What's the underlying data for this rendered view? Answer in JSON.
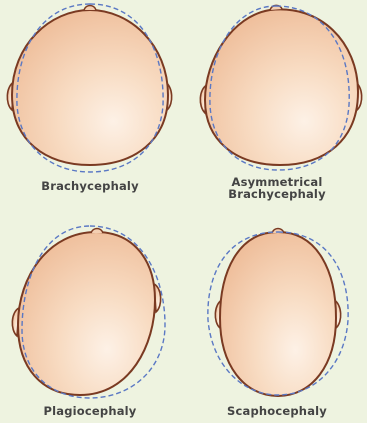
{
  "panels": [
    {
      "id": "brachycephaly",
      "caption_lines": [
        "Brachycephaly"
      ]
    },
    {
      "id": "asymmetrical-brachycephaly",
      "caption_lines": [
        "Asymmetrical",
        "Brachycephaly"
      ]
    },
    {
      "id": "plagiocephaly",
      "caption_lines": [
        "Plagiocephaly"
      ]
    },
    {
      "id": "scaphocephaly",
      "caption_lines": [
        "Scaphocephaly"
      ]
    }
  ],
  "colors": {
    "background": "#eef3e0",
    "skin_center": "#fbe6d4",
    "skin_edge": "#efbf9c",
    "outline": "#7a3a22",
    "dashed_reference": "#5a78c4",
    "caption_text": "#444444"
  }
}
